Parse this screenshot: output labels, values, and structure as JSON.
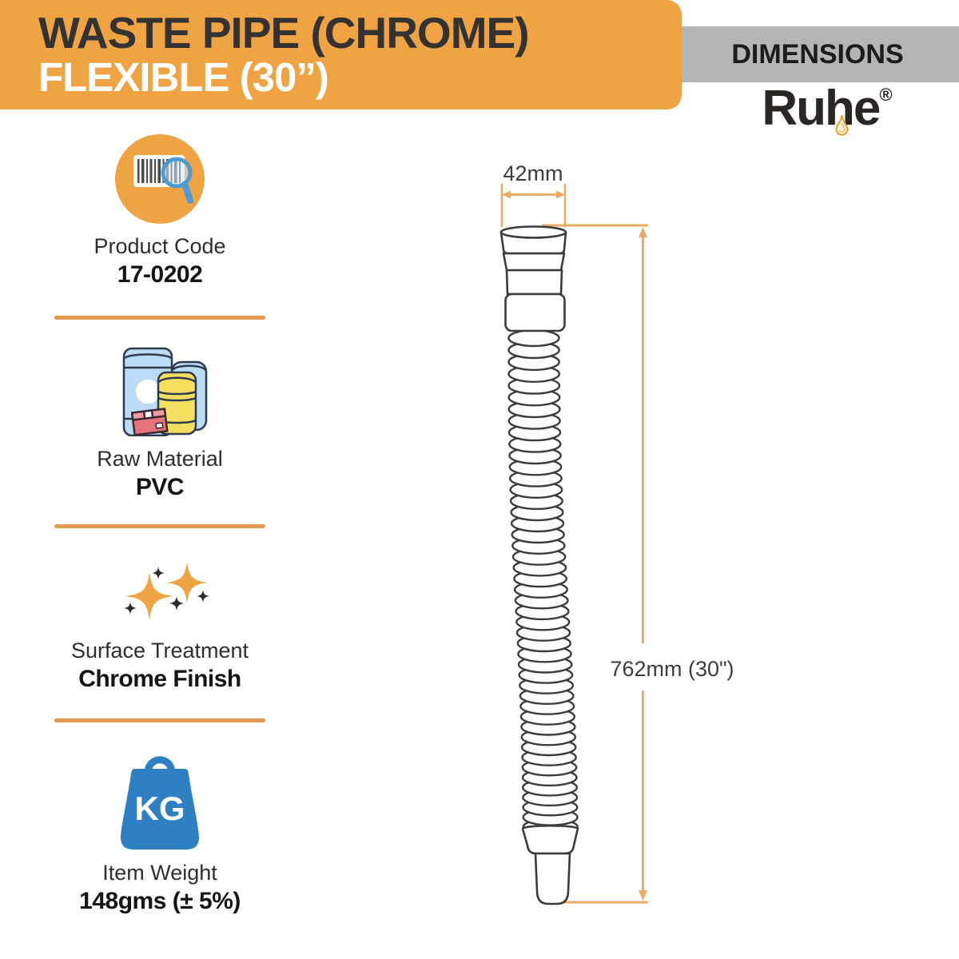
{
  "header": {
    "title_line1": "WASTE PIPE (CHROME)",
    "title_line2": "FLEXIBLE (30”)"
  },
  "dimensions_banner": {
    "label": "DIMENSIONS"
  },
  "brand": {
    "name": "Ruhe",
    "registered_mark": "®"
  },
  "specs": [
    {
      "icon": "barcode-search-icon",
      "label": "Product Code",
      "value": "17-0202"
    },
    {
      "icon": "raw-material-containers-icon",
      "label": "Raw Material",
      "value": "PVC"
    },
    {
      "icon": "sparkles-icon",
      "label": "Surface Treatment",
      "value": "Chrome Finish"
    },
    {
      "icon": "weight-kg-icon",
      "icon_text": "KG",
      "label": "Item Weight",
      "value": "148gms (± 5%)"
    }
  ],
  "diagram": {
    "width_label": "42mm",
    "height_label": "762mm (30\")"
  },
  "colors": {
    "accent-orange": "#F0A342",
    "divider-orange": "#DD9A50",
    "banner-gray": "#B5B5B5",
    "title-dark": "#333333",
    "dimension-line": "#E9AC63",
    "outline-dark": "#3B3B3B",
    "icon-blue": "#2F80C3",
    "icon-lightblue": "#BCDCF5",
    "icon-yellow": "#F6DF5E",
    "icon-red": "#E4737B",
    "icon-magnifier-blue": "#4D9BD4"
  }
}
